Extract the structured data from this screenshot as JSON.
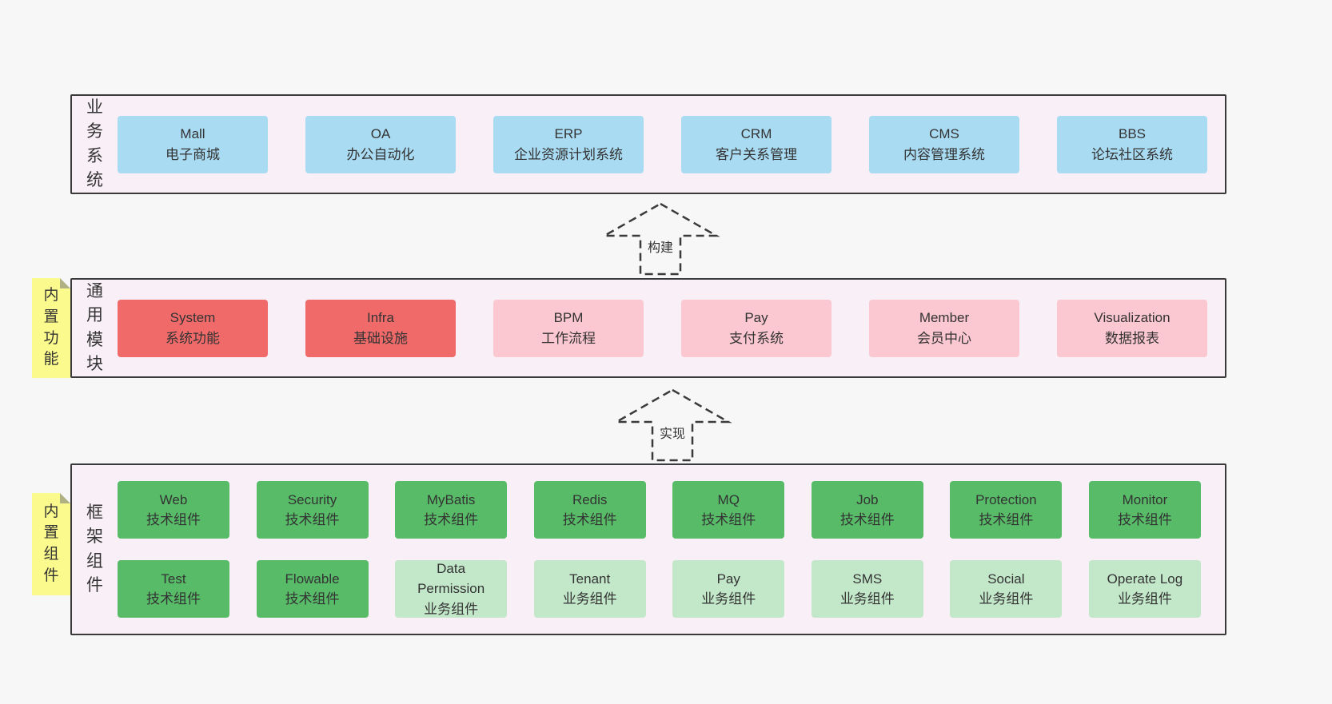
{
  "colors": {
    "page_bg": "#f7f7f7",
    "container_bg": "#f9eff6",
    "container_border": "#3a3a3a",
    "sticky_yellow": "#fbfa8d",
    "blue": "#a9dbf2",
    "red": "#f06a6a",
    "pink": "#fbc7d0",
    "green": "#57bb68",
    "lightgreen": "#c3e7c9",
    "text": "#333333"
  },
  "sections": {
    "business": {
      "label": "业务系统",
      "items": [
        {
          "title": "Mall",
          "subtitle": "电子商城",
          "variant": "blue"
        },
        {
          "title": "OA",
          "subtitle": "办公自动化",
          "variant": "blue"
        },
        {
          "title": "ERP",
          "subtitle": "企业资源计划系统",
          "variant": "blue"
        },
        {
          "title": "CRM",
          "subtitle": "客户关系管理",
          "variant": "blue"
        },
        {
          "title": "CMS",
          "subtitle": "内容管理系统",
          "variant": "blue"
        },
        {
          "title": "BBS",
          "subtitle": "论坛社区系统",
          "variant": "blue"
        }
      ]
    },
    "modules": {
      "label": "通用模块",
      "sticky": "内置功能",
      "items": [
        {
          "title": "System",
          "subtitle": "系统功能",
          "variant": "red"
        },
        {
          "title": "Infra",
          "subtitle": "基础设施",
          "variant": "red"
        },
        {
          "title": "BPM",
          "subtitle": "工作流程",
          "variant": "pink"
        },
        {
          "title": "Pay",
          "subtitle": "支付系统",
          "variant": "pink"
        },
        {
          "title": "Member",
          "subtitle": "会员中心",
          "variant": "pink"
        },
        {
          "title": "Visualization",
          "subtitle": "数据报表",
          "variant": "pink"
        }
      ]
    },
    "components": {
      "label": "框架组件",
      "sticky": "内置组件",
      "rows": [
        [
          {
            "title": "Web",
            "subtitle": "技术组件",
            "variant": "green"
          },
          {
            "title": "Security",
            "subtitle": "技术组件",
            "variant": "green"
          },
          {
            "title": "MyBatis",
            "subtitle": "技术组件",
            "variant": "green"
          },
          {
            "title": "Redis",
            "subtitle": "技术组件",
            "variant": "green"
          },
          {
            "title": "MQ",
            "subtitle": "技术组件",
            "variant": "green"
          },
          {
            "title": "Job",
            "subtitle": "技术组件",
            "variant": "green"
          },
          {
            "title": "Protection",
            "subtitle": "技术组件",
            "variant": "green"
          },
          {
            "title": "Monitor",
            "subtitle": "技术组件",
            "variant": "green"
          }
        ],
        [
          {
            "title": "Test",
            "subtitle": "技术组件",
            "variant": "green"
          },
          {
            "title": "Flowable",
            "subtitle": "技术组件",
            "variant": "green"
          },
          {
            "title": "Data\nPermission",
            "subtitle": "业务组件",
            "variant": "lightgreen"
          },
          {
            "title": "Tenant",
            "subtitle": "业务组件",
            "variant": "lightgreen"
          },
          {
            "title": "Pay",
            "subtitle": "业务组件",
            "variant": "lightgreen"
          },
          {
            "title": "SMS",
            "subtitle": "业务组件",
            "variant": "lightgreen"
          },
          {
            "title": "Social",
            "subtitle": "业务组件",
            "variant": "lightgreen"
          },
          {
            "title": "Operate Log",
            "subtitle": "业务组件",
            "variant": "lightgreen"
          }
        ]
      ]
    }
  },
  "arrows": [
    {
      "label": "构建"
    },
    {
      "label": "实现"
    }
  ]
}
